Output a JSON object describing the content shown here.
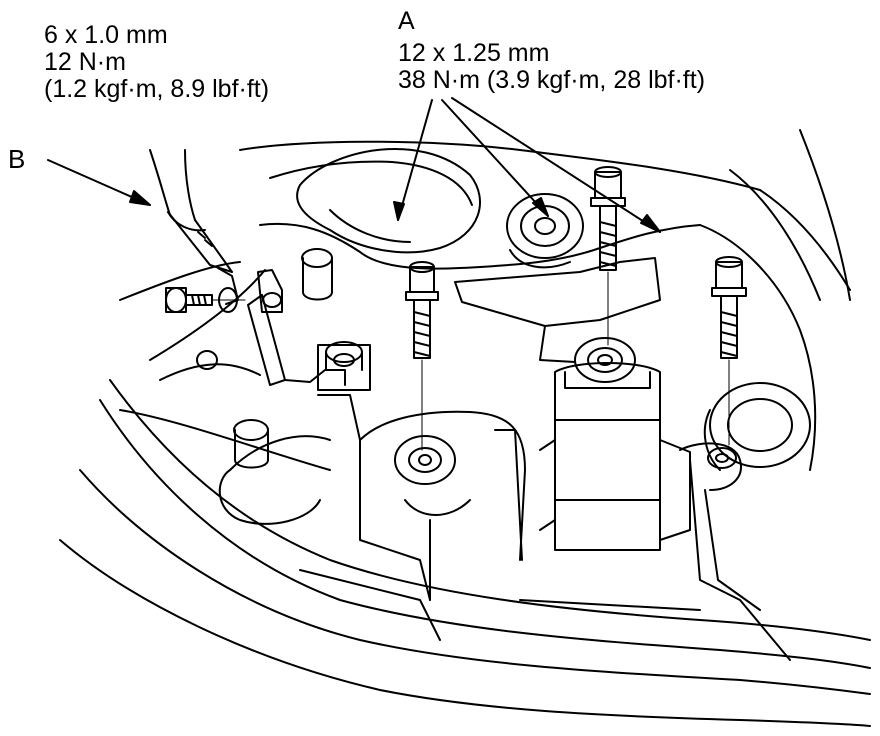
{
  "callouts": {
    "b_letter": "B",
    "a_letter": "A",
    "small_bolt": {
      "size": "6 x 1.0 mm",
      "torque_nm": "12 N·m",
      "torque_alt": "(1.2 kgf·m, 8.9 lbf·ft)"
    },
    "large_bolt": {
      "size": "12 x 1.25 mm",
      "torque": "38 N·m (3.9 kgf·m, 28 lbf·ft)"
    }
  },
  "colors": {
    "line": "#000000",
    "background": "#ffffff"
  }
}
